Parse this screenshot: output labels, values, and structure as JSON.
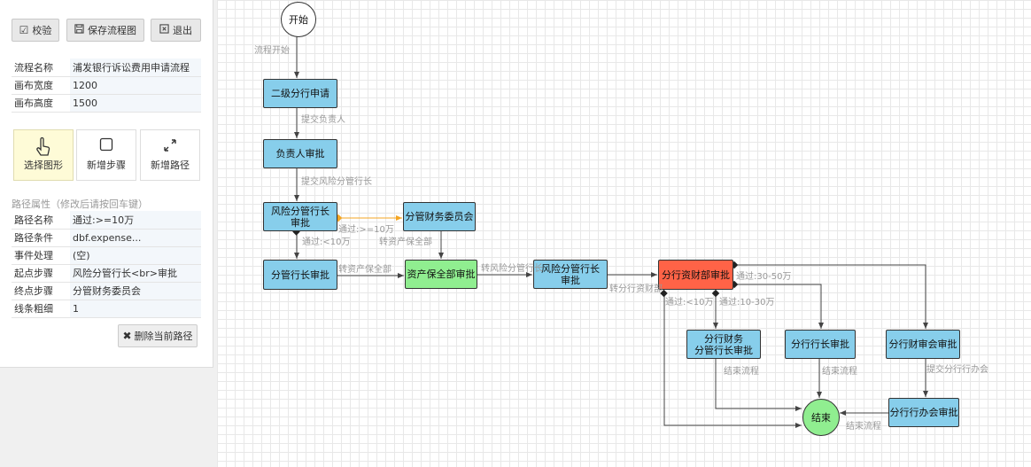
{
  "toolbar": {
    "verify_label": "校验",
    "save_label": "保存流程图",
    "exit_label": "退出"
  },
  "flow_props": [
    {
      "label": "流程名称",
      "value": "浦发银行诉讼费用申请流程"
    },
    {
      "label": "画布宽度",
      "value": "1200"
    },
    {
      "label": "画布高度",
      "value": "1500"
    }
  ],
  "tools": {
    "select_label": "选择图形",
    "add_step_label": "新增步骤",
    "add_path_label": "新增路径"
  },
  "path_section": {
    "title": "路径属性（修改后请按回车键）",
    "rows": [
      {
        "label": "路径名称",
        "value": "通过:>=10万"
      },
      {
        "label": "路径条件",
        "value": " dbf.expense..."
      },
      {
        "label": "事件处理",
        "value": "(空)"
      },
      {
        "label": "起点步骤",
        "value": "风险分管行长<br>审批"
      },
      {
        "label": "终点步骤",
        "value": "分管财务委员会"
      },
      {
        "label": "线条粗细",
        "value": "1"
      }
    ],
    "delete_label": "删除当前路径"
  },
  "nodes": {
    "start": "开始",
    "n1": "二级分行申请",
    "n2": "负责人审批",
    "n3_line1": "风险分管行长",
    "n3_line2": "审批",
    "n4": "分管财务委员会",
    "n5": "分管行长审批",
    "n6": "资产保全部审批",
    "n7_line1": "风险分管行长",
    "n7_line2": "审批",
    "n8": "分行资财部审批",
    "n9_line1": "分行财务",
    "n9_line2": "分管行长审批",
    "n10": "分行行长审批",
    "n11": "分行财审会审批",
    "n12": "分行行办会审批",
    "end": "结束"
  },
  "edge_labels": {
    "e_start": "流程开始",
    "e_submit_lead": "提交负责人",
    "e_submit_risk": "提交风险分管行长",
    "e_ge10": "通过:>=10万",
    "e_lt10": "通过:<10万",
    "e_to_asset1": "转资产保全部",
    "e_to_asset2": "转资产保全部",
    "e_to_risk": "转风险分管行长",
    "e_to_branch": "转分行资财部",
    "e_30_50": "通过:30-50万",
    "e_lt10b": "通过:<10万",
    "e_10_30": "通过:10-30万",
    "e_end1": "结束流程",
    "e_end2": "结束流程",
    "e_submit_office": "提交分行行办会",
    "e_end3": "结束流程"
  },
  "colors": {
    "step_fill": "#87ceeb",
    "asset_fill": "#90ee90",
    "selected_fill": "#ff6347",
    "end_fill": "#90ee90",
    "highlight_edge": "#ffa500"
  }
}
